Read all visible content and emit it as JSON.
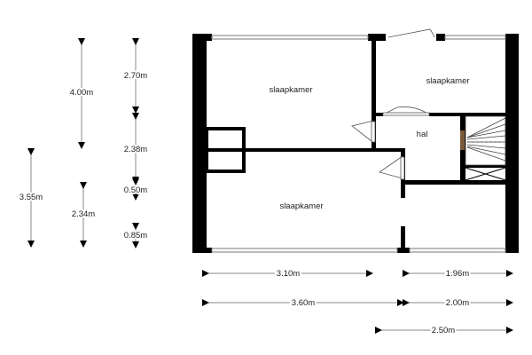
{
  "rooms": {
    "bedroom_top_left": "slaapkamer",
    "bedroom_top_right": "slaapkamer",
    "bedroom_bottom": "slaapkamer",
    "hall": "hal"
  },
  "dimensions": {
    "v_4_00": "4.00m",
    "v_2_70": "2.70m",
    "v_2_38": "2.38m",
    "v_0_50": "0.50m",
    "v_0_85": "0.85m",
    "v_3_55": "3.55m",
    "v_2_34": "2.34m",
    "h_3_10": "3.10m",
    "h_1_96": "1.96m",
    "h_3_60": "3.60m",
    "h_2_00": "2.00m",
    "h_2_50": "2.50m"
  },
  "colors": {
    "wall": "#000000",
    "dimension_line": "#888888"
  }
}
